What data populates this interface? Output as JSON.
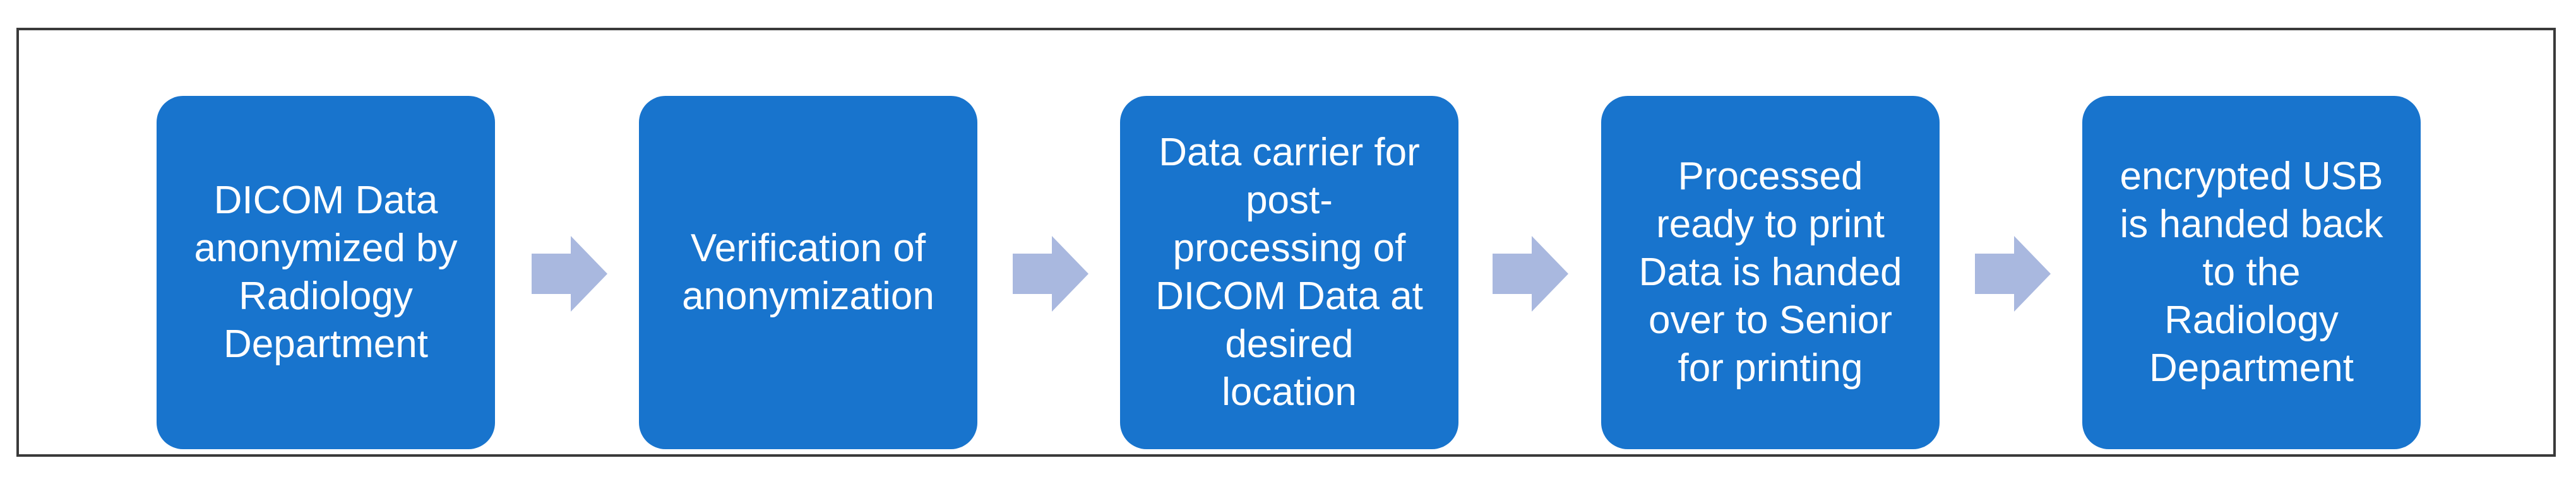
{
  "diagram": {
    "steps": [
      {
        "label": "DICOM Data\nanonymized by\nRadiology\nDepartment"
      },
      {
        "label": "Verification of\nanonymization"
      },
      {
        "label": "Data carrier for\npost-\nprocessing of\nDICOM Data at\ndesired\nlocation"
      },
      {
        "label": "Processed\nready to print\nData is handed\nover to Senior\nfor printing"
      },
      {
        "label": "encrypted USB\nis handed back\nto the\nRadiology\nDepartment"
      }
    ],
    "colors": {
      "box_fill": "#1874CD",
      "box_text": "#FFFFFF",
      "arrow_fill": "#A9B8DF",
      "border": "#3A3A3A"
    }
  }
}
